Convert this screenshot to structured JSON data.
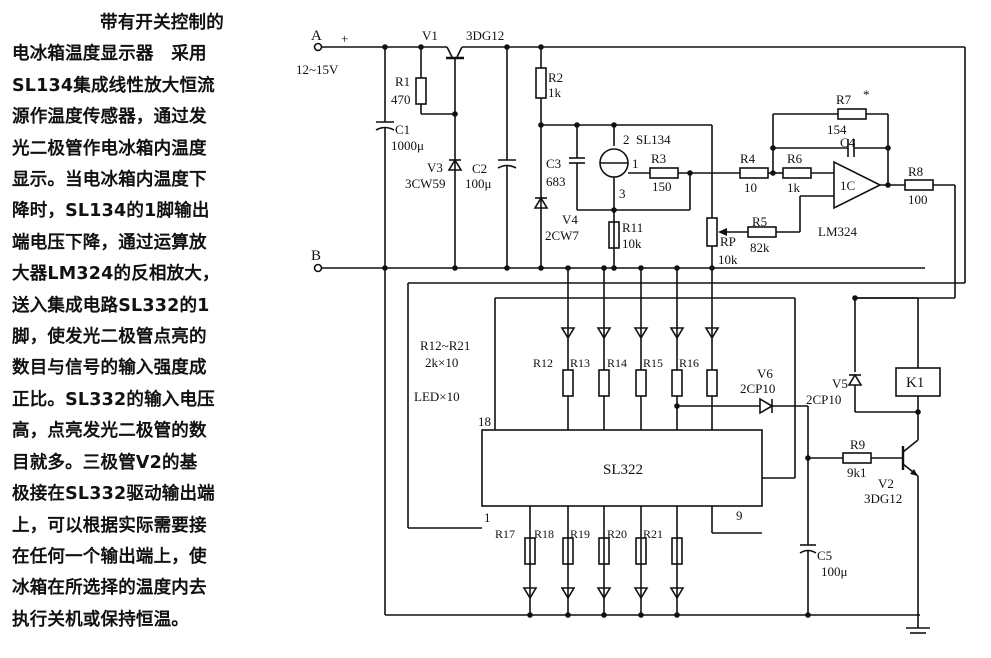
{
  "description": {
    "title": "带有开关控制的",
    "lines": [
      "电冰箱温度显示器　采用",
      "SL134集成线性放大恒流",
      "源作温度传感器，通过发",
      "光二极管作电冰箱内温度",
      "显示。当电冰箱内温度下",
      "降时，SL134的1脚输出",
      "端电压下降，通过运算放",
      "大器LM324的反相放大，",
      "送入集成电路SL332的1",
      "脚，使发光二极管点亮的",
      "数目与信号的输入强度成",
      "正比。SL332的输入电压",
      "高，点亮发光二极管的数",
      "目就多。三极管V2的基",
      "极接在SL332驱动输出端",
      "上，可以根据实际需要接",
      "在任何一个输出端上，使",
      "冰箱在所选择的温度内去",
      "执行关机或保持恒温。"
    ]
  },
  "circuit": {
    "terminal_a": "A",
    "supply_voltage": "12~15V",
    "supply_plus": "+",
    "terminal_b": "B",
    "v1": "V1",
    "v1_part": "3DG12",
    "r1": "R1",
    "r1_val": "470",
    "c1": "C1",
    "c1_val": "1000μ",
    "v3": "V3",
    "v3_part": "3CW59",
    "c2": "C2",
    "c2_val": "100μ",
    "r2": "R2",
    "r2_val": "1k",
    "c3": "C3",
    "c3_val": "683",
    "v4": "V4",
    "v4_part": "2CW7",
    "sl134": "SL134",
    "pin1": "1",
    "pin2": "2",
    "pin3": "3",
    "r3": "R3",
    "r3_val": "150",
    "r11": "R11",
    "r11_val": "10k",
    "rp": "RP",
    "rp_val": "10k",
    "r4": "R4",
    "r4_val": "10",
    "r5": "R5",
    "r5_val": "82k",
    "r6": "R6",
    "r6_val": "1k",
    "r7": "R7",
    "r7_mark": "*",
    "c4": "C4",
    "c4_val": "154",
    "op_amp_mark": "1C",
    "lm324": "LM324",
    "r8": "R8",
    "r8_val": "100",
    "r12_r21": "R12~R21",
    "r12_r21_val": "2k×10",
    "led_count": "LED×10",
    "top_resistors": [
      "R12",
      "R13",
      "R14",
      "R15",
      "R16"
    ],
    "bottom_resistors": [
      "R17",
      "R18",
      "R19",
      "R20",
      "R21"
    ],
    "ic": "SL322",
    "ic_pin18": "18",
    "ic_pin1": "1",
    "ic_pin9": "9",
    "v6": "V6",
    "v6_part": "2CP10",
    "v5": "V5",
    "v5_part": "2CP10",
    "relay": "K1",
    "r9": "R9",
    "r9_val": "9k1",
    "v2": "V2",
    "v2_part": "3DG12",
    "c5": "C5",
    "c5_val": "100μ"
  }
}
